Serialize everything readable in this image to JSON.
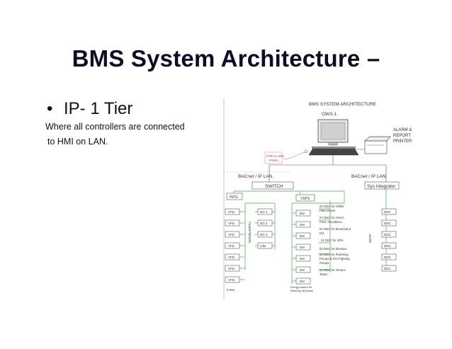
{
  "slide": {
    "title": "BMS System Architecture –",
    "bullet_symbol": "•",
    "bullet_text": "IP- 1 Tier",
    "description_line1": "Where all controllers are connected",
    "description_line2": "to HMI on LAN."
  },
  "diagram": {
    "heading": "BMS SYSTEM ARCHITECTURE",
    "ows_label": "OWS-1",
    "alarm_lines": [
      "ALARM &",
      "REPORT",
      "PRINTER"
    ],
    "fire_alarm_lines": [
      "FIRE ALARM",
      "PANEL"
    ],
    "bacnet_left": "BACnet / IP LAN.",
    "switch_label": "SWITCH",
    "bacnet_right": "BACnet / IP LAN.",
    "integrator_label": "Sys Integrator",
    "intg_label": "INTG",
    "vsps_label": "VSPS",
    "vfd_label": "VFD",
    "vfd_count_label": "5 Nos.",
    "modbus_label": "MODBUS/RTU",
    "ddc_left": [
      "DG 1",
      "DG 2",
      "DG 3",
      "Lifts"
    ],
    "em_label": "EM",
    "em_note_lines": [
      "Energy meters for",
      "Metering 3Ø power"
    ],
    "ddc_lines": [
      [
        "01 DDC for Chiller",
        "Plant Room"
      ],
      [
        "27 DDC for AHU's ,",
        "Fans, Scrubbers."
      ],
      [
        "01 DDC for Electrical &",
        "DG"
      ],
      [
        "01 DDC for UPS"
      ],
      [
        "04 DDC for Elevator"
      ],
      [
        "01 DDC for Plumbing",
        "Pumps & Fire Fighting",
        "Pumps"
      ],
      [
        "01 DDC for Terrace",
        "Tanks"
      ]
    ],
    "mstp_label": "MSTP",
    "ddc_label": "DDC"
  }
}
